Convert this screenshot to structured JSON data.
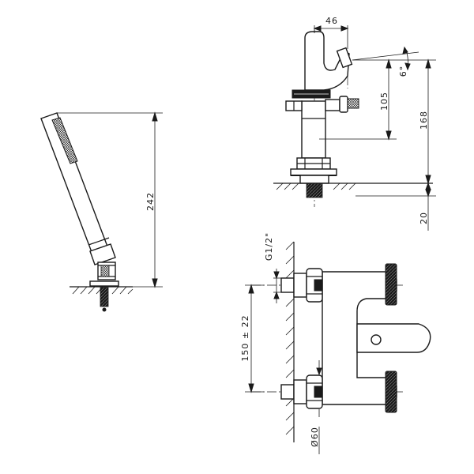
{
  "dimensions": {
    "handshower_height": "242",
    "spout_offset": "46",
    "spout_angle": "6°",
    "spout_height": "105",
    "total_height": "168",
    "deck_thickness": "20",
    "inlet_thread": "G1/2\"",
    "inlet_spacing": "150 ± 22",
    "flange_diameter": "Ø60"
  }
}
